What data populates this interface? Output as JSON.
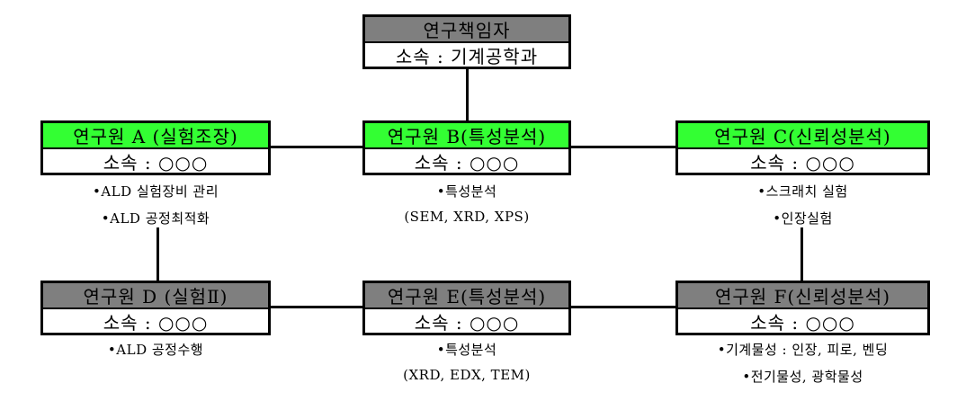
{
  "colors": {
    "green": "#33ff33",
    "gray": "#7f7f7f",
    "line": "#000000"
  },
  "leader": {
    "title": "연구책임자",
    "affiliation": "소속 : 기계공학과"
  },
  "researchers": {
    "a": {
      "title": "연구원 A (실험조장)",
      "affiliation": "소속 : ○○○",
      "duties": [
        "•ALD 실험장비 관리",
        "•ALD 공정최적화"
      ]
    },
    "b": {
      "title": "연구원 B(특성분석)",
      "affiliation": "소속 : ○○○",
      "duties": [
        "•특성분석",
        "(SEM, XRD, XPS)"
      ]
    },
    "c": {
      "title": "연구원 C(신뢰성분석)",
      "affiliation": "소속 : ○○○",
      "duties": [
        "•스크래치 실험",
        "•인장실험"
      ]
    },
    "d": {
      "title": "연구원 D (실험Ⅱ)",
      "affiliation": "소속 : ○○○",
      "duties": [
        "•ALD 공정수행"
      ]
    },
    "e": {
      "title": "연구원 E(특성분석)",
      "affiliation": "소속 : ○○○",
      "duties": [
        "•특성분석",
        "(XRD, EDX, TEM)"
      ]
    },
    "f": {
      "title": "연구원 F(신뢰성분석)",
      "affiliation": "소속 : ○○○",
      "duties": [
        "•기계물성 : 인장, 피로, 벤딩",
        "•전기물성, 광학물성"
      ]
    }
  }
}
